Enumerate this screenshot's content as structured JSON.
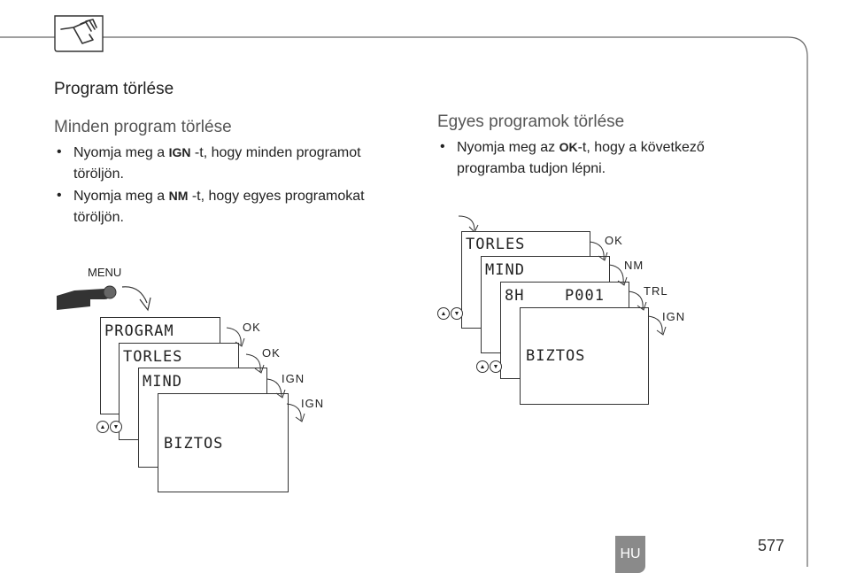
{
  "section_title": "Program törlése",
  "left": {
    "subtitle": "Minden program törlése",
    "bullets": [
      {
        "pre": "Nyomja meg a ",
        "kw": "IGN",
        "post": " -t, hogy minden programot",
        "line2": "töröljön."
      },
      {
        "pre": "Nyomja meg a ",
        "kw": "NM",
        "post": " -t, hogy egyes programokat",
        "line2": "töröljön."
      }
    ],
    "diagram": {
      "menu_label": "MENU",
      "screens": [
        "PROGRAM",
        "TORLES",
        "MIND",
        "BIZTOS"
      ],
      "keys": [
        "OK",
        "OK",
        "IGN",
        "IGN"
      ]
    }
  },
  "right": {
    "subtitle": "Egyes programok törlése",
    "bullets": [
      {
        "pre": "Nyomja meg az ",
        "kw": "OK",
        "post": "-t, hogy a következő",
        "line2": "programba tudjon lépni."
      }
    ],
    "diagram": {
      "screens": [
        "TORLES",
        "MIND",
        "8H",
        "BIZTOS"
      ],
      "screen3_right": "P001",
      "keys": [
        "OK",
        "NM",
        "TRL",
        "IGN"
      ]
    }
  },
  "footer": {
    "lang_badge": "HU",
    "page_number": "577",
    "badge_color": "#8a8a8a"
  }
}
